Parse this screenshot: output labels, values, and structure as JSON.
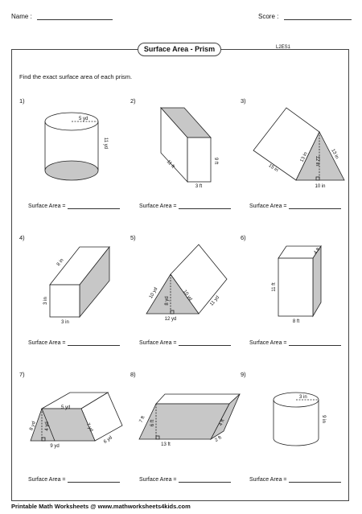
{
  "header": {
    "name_label": "Name :",
    "score_label": "Score :"
  },
  "title": "Surface Area - Prism",
  "code": "L2ES1",
  "instructions": "Find the exact surface area of each prism.",
  "answer_label": "Surface Area =",
  "problems": [
    {
      "num": "1)",
      "dims": [
        "5 yd",
        "11 yd"
      ]
    },
    {
      "num": "2)",
      "dims": [
        "11 ft",
        "9 ft",
        "3 ft"
      ]
    },
    {
      "num": "3)",
      "dims": [
        "15 in",
        "13 in",
        "12 in",
        "13 in",
        "10 in"
      ]
    },
    {
      "num": "4)",
      "dims": [
        "8 in",
        "3 in",
        "3 in"
      ]
    },
    {
      "num": "5)",
      "dims": [
        "10 yd",
        "8 yd",
        "10 yd",
        "11 yd",
        "12 yd"
      ]
    },
    {
      "num": "6)",
      "dims": [
        "4 ft",
        "11 ft",
        "8 ft"
      ]
    },
    {
      "num": "7)",
      "dims": [
        "5 yd",
        "8 yd",
        "4 yd",
        "7 yd",
        "9 yd",
        "6 yd"
      ]
    },
    {
      "num": "8)",
      "dims": [
        "7 ft",
        "6 ft",
        "4 ft",
        "13 ft",
        "2 ft"
      ]
    },
    {
      "num": "9)",
      "dims": [
        "3 in",
        "9 in"
      ]
    }
  ],
  "footer": {
    "brand": "Printable Math Worksheets @",
    "site": "www.mathworksheets4kids.com"
  },
  "colors": {
    "shade": "#c7c7c7",
    "line": "#222222"
  }
}
